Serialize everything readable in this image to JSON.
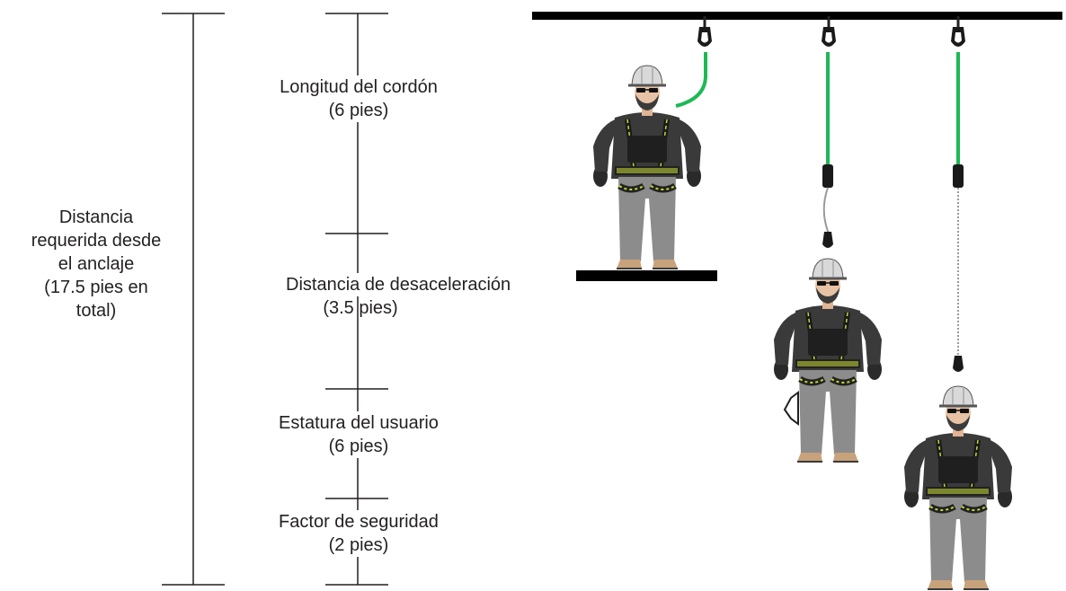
{
  "total": {
    "line1": "Distancia",
    "line2": "requerida desde",
    "line3": "el anclaje",
    "line4": "(17.5 pies en",
    "line5": "total)"
  },
  "segments": [
    {
      "label": "Longitud del cordón",
      "value": "(6 pies)"
    },
    {
      "label_line1": "Distancia de",
      "label_line2": "desaceleración",
      "value": "(3.5 pies)"
    },
    {
      "label": "Estatura del usuario",
      "value": "(6 pies)"
    },
    {
      "label": "Factor de seguridad",
      "value": "(2 pies)"
    }
  ],
  "colors": {
    "text": "#231f20",
    "lanyard": "#1db954",
    "helmet": "#d9d9d9",
    "jacket": "#3a3a3a",
    "pants": "#8c8c8c",
    "harness_accent": "#c6d835",
    "boots": "#c8a27a"
  }
}
